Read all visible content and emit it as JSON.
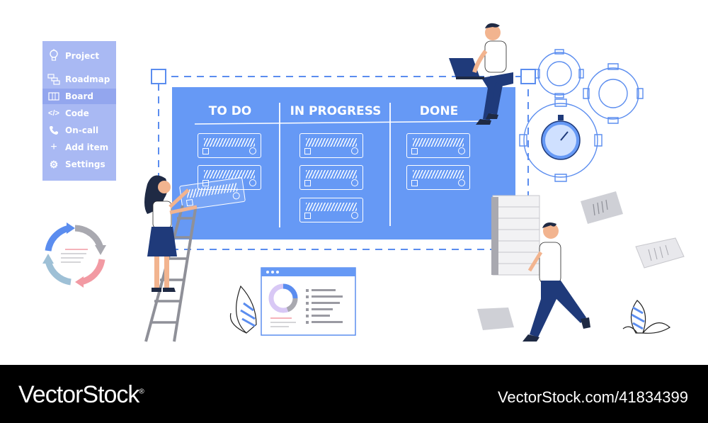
{
  "menu": {
    "items": [
      {
        "label": "Project",
        "icon": "lightbulb-icon",
        "glyph": "💡"
      },
      {
        "label": "Roadmap",
        "icon": "roadmap-icon",
        "glyph": "⧉"
      },
      {
        "label": "Board",
        "icon": "board-icon",
        "glyph": "▥",
        "active": true
      },
      {
        "label": "Code",
        "icon": "code-icon",
        "glyph": "</>"
      },
      {
        "label": "On-call",
        "icon": "phone-icon",
        "glyph": "✆"
      },
      {
        "label": "Add item",
        "icon": "plus-icon",
        "glyph": "+"
      },
      {
        "label": "Settings",
        "icon": "gear-icon",
        "glyph": "⚙"
      }
    ]
  },
  "board": {
    "columns": [
      {
        "title": "TO DO",
        "cards": 2
      },
      {
        "title": "IN PROGRESS",
        "cards": 3
      },
      {
        "title": "DONE",
        "cards": 2
      }
    ]
  },
  "footer": {
    "brand": "VectorStock",
    "brand_mark": "®",
    "stock_id": "VectorStock.com/41834399"
  },
  "colors": {
    "accent": "#6699f5",
    "menu_bg": "#a9b9f3",
    "dark_blue": "#1f3a7a",
    "footer_bg": "#000000"
  }
}
